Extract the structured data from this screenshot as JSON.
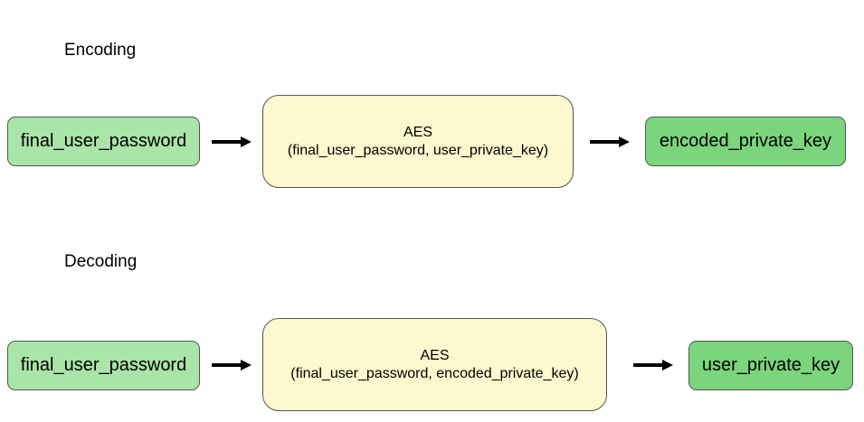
{
  "colors": {
    "input_fill": "#a9e4a8",
    "process_fill": "#fdf8ce",
    "output_fill": "#7ad57c",
    "border": "#555555",
    "arrow": "#000000"
  },
  "encoding": {
    "title": "Encoding",
    "input_label": "final_user_password",
    "process_name": "AES",
    "process_args": "(final_user_password, user_private_key)",
    "output_label": "encoded_private_key"
  },
  "decoding": {
    "title": "Decoding",
    "input_label": "final_user_password",
    "process_name": "AES",
    "process_args": "(final_user_password, encoded_private_key)",
    "output_label": "user_private_key"
  }
}
